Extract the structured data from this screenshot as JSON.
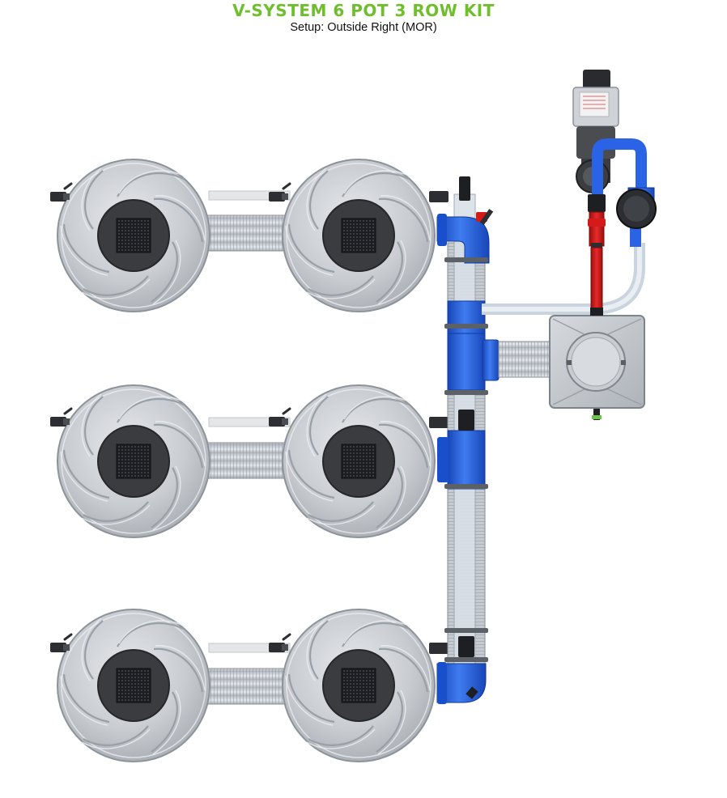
{
  "header": {
    "title": "V-SYSTEM 6 POT 3 ROW KIT",
    "subtitle": "Setup: Outside Right (MOR)"
  },
  "colors": {
    "title": "#6fbe2d",
    "pipe_blue": "#2a63e6",
    "pipe_red": "#d41a1a",
    "pot_grey": "#c4c8cd",
    "pot_center": "#3a3c40"
  },
  "icons": {
    "pot": "grow-pot-icon",
    "pump": "pump-icon",
    "reservoir": "reservoir-icon",
    "filter": "filter-icon",
    "valve": "valve-icon",
    "gauge": "gauge-icon"
  },
  "layout_counts": {
    "rows": 3,
    "pots_per_row": 2
  }
}
